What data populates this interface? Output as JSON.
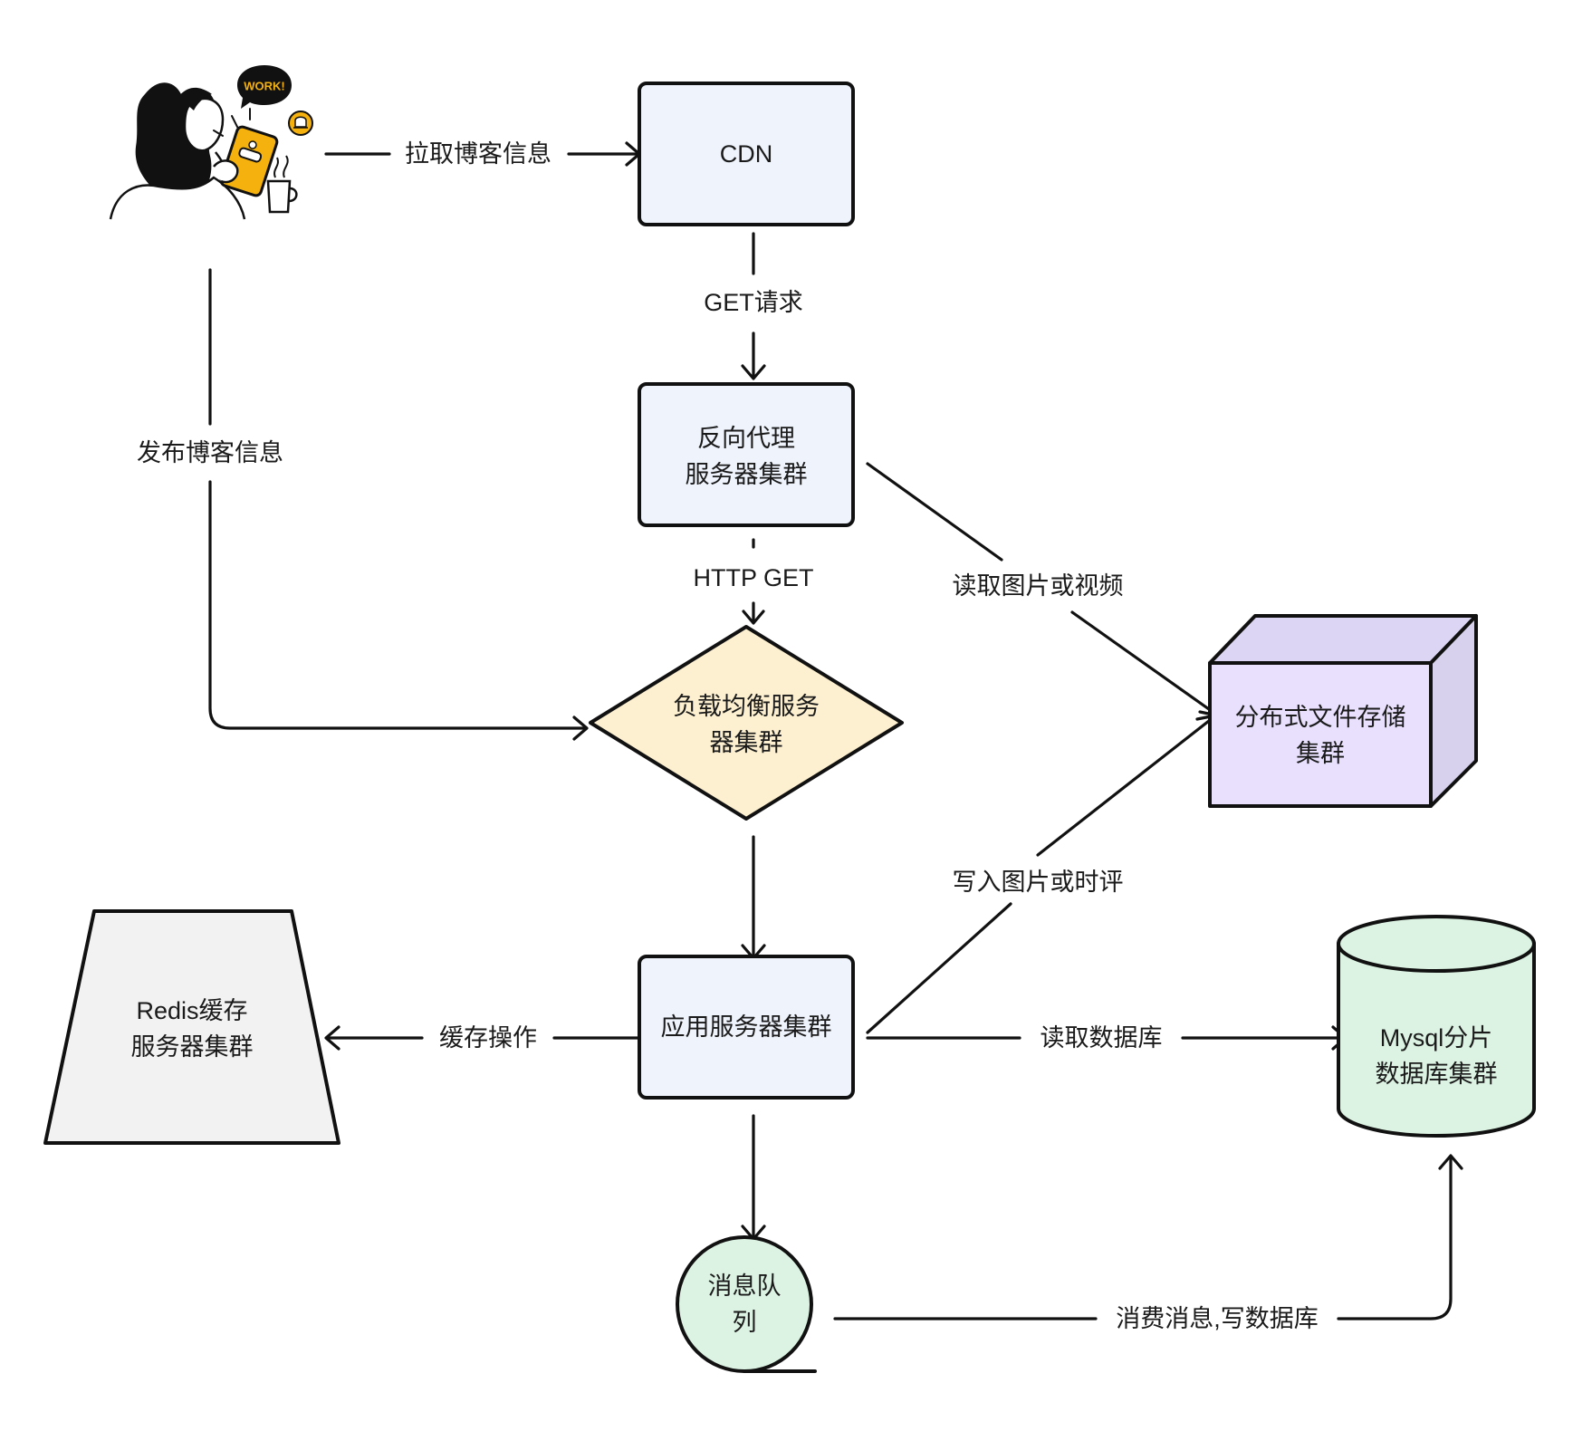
{
  "colors": {
    "rect_fill": "#eef3fc",
    "diamond_fill": "#fdf0d0",
    "cube_front": "#e8e0fd",
    "cube_side": "#d8d1ee",
    "cube_top": "#dcd5f3",
    "redis_fill": "#f2f2f2",
    "mysql_fill": "#dcf3e3",
    "queue_fill": "#dcf3e3",
    "stroke": "#111111",
    "illustration_accent": "#f5b20f"
  },
  "nodes": {
    "user": {
      "icon": "user-with-phone-illustration",
      "badge": "WORK!"
    },
    "cdn": {
      "lines": [
        "CDN"
      ]
    },
    "proxy": {
      "lines": [
        "反向代理",
        "服务器集群"
      ]
    },
    "lb": {
      "lines": [
        "负载均衡服务",
        "器集群"
      ]
    },
    "dfs": {
      "lines": [
        "分布式文件存储",
        "集群"
      ]
    },
    "app": {
      "lines": [
        "应用服务器集群"
      ]
    },
    "redis": {
      "lines": [
        "Redis缓存",
        "服务器集群"
      ]
    },
    "mysql": {
      "lines": [
        "Mysql分片",
        "数据库集群"
      ]
    },
    "mq": {
      "lines": [
        "消息队",
        "列"
      ]
    }
  },
  "edges": {
    "user_cdn": "拉取博客信息",
    "cdn_proxy": "GET请求",
    "user_lb": "发布博客信息",
    "proxy_lb": "HTTP GET",
    "proxy_dfs": "读取图片或视频",
    "app_dfs": "写入图片或时评",
    "app_redis": "缓存操作",
    "app_mysql": "读取数据库",
    "mq_mysql": "消费消息,写数据库"
  }
}
